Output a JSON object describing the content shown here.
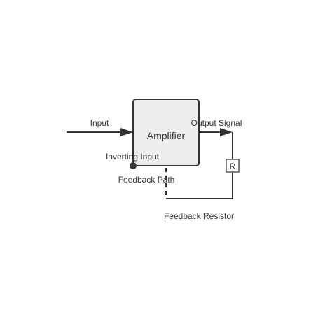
{
  "diagram": {
    "nodes": {
      "amplifier": {
        "label": "Amplifier",
        "fill": "#eeeeee",
        "stroke": "#333333"
      },
      "resistor": {
        "label": "R",
        "fill": "#ffffff",
        "stroke": "#555555"
      }
    },
    "edges": {
      "input": {
        "label": "Input"
      },
      "output": {
        "label": "Output Signal"
      },
      "feedback_path": {
        "label": "Feedback Path"
      },
      "feedback_resistor": {
        "label": "Feedback Resistor"
      }
    },
    "ports": {
      "inverting_input": {
        "label": "Inverting Input"
      }
    },
    "colors": {
      "line": "#333333",
      "text": "#333333"
    }
  }
}
